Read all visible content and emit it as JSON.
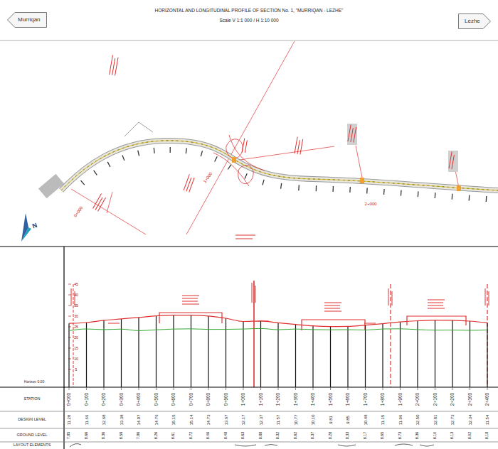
{
  "diagram": {
    "title": "HORIZONTAL AND LONGITUDINAL PROFILE OF SECTION No. 1, \"MURRIQAN - LEZHE\"",
    "nodes": [
      {
        "text": [
          "Murriqan"
        ]
      },
      {
        "text": [
          "Lezhe"
        ]
      }
    ],
    "labels": [
      "Scale V 1:1 000 / H 1:10 000",
      "0+000",
      "1+000",
      "2+000",
      "N",
      "45",
      "40",
      "35",
      "30",
      "25",
      "20",
      "15",
      "10",
      "5",
      "Horizon 0.00",
      "STATION",
      "DESIGN LEVEL",
      "GROUND LEVEL",
      "LAYOUT ELEMENTS",
      "0+000",
      "0+100",
      "0+200",
      "0+300",
      "0+400",
      "0+500",
      "0+600",
      "0+700",
      "0+800",
      "0+900",
      "1+000",
      "1+100",
      "1+200",
      "1+300",
      "1+400",
      "1+500",
      "1+600",
      "1+700",
      "1+800",
      "1+900",
      "2+000",
      "2+100",
      "2+200",
      "2+300",
      "2+400",
      "11.28",
      "11.66",
      "12.68",
      "13.38",
      "14.07",
      "14.76",
      "15.15",
      "15.14",
      "14.73",
      "13.67",
      "12.17",
      "12.37",
      "11.57",
      "10.77",
      "10.10",
      "9.81",
      "9.85",
      "10.48",
      "11.15",
      "11.96",
      "12.50",
      "12.81",
      "12.73",
      "12.34",
      "11.54",
      "7.85",
      "8.66",
      "8.36",
      "8.59",
      "7.86",
      "8.26",
      "8.61",
      "8.72",
      "8.46",
      "8.48",
      "8.63",
      "8.88",
      "8.32",
      "8.62",
      "8.37",
      "8.28",
      "8.33",
      "8.17",
      "8.65",
      "8.73",
      "8.36",
      "8.10",
      "8.13",
      "8.02",
      "8.18"
    ]
  }
}
